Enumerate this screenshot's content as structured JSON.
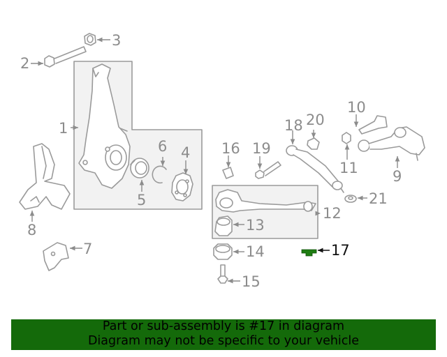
{
  "callouts": [
    "1",
    "2",
    "3",
    "4",
    "5",
    "6",
    "7",
    "8",
    "9",
    "10",
    "11",
    "12",
    "13",
    "14",
    "15",
    "16",
    "17",
    "18",
    "19",
    "20",
    "21"
  ],
  "highlighted_part": "17",
  "colors": {
    "line": "#9a9a9a",
    "panel": "#f2f2f2",
    "highlight": "#1e7d12",
    "banner_bg": "#146a0a",
    "banner_text": "#000000"
  },
  "banner": {
    "line1": "Part or sub-assembly is #17 in diagram",
    "line2": "Diagram may not be specific to your vehicle"
  }
}
